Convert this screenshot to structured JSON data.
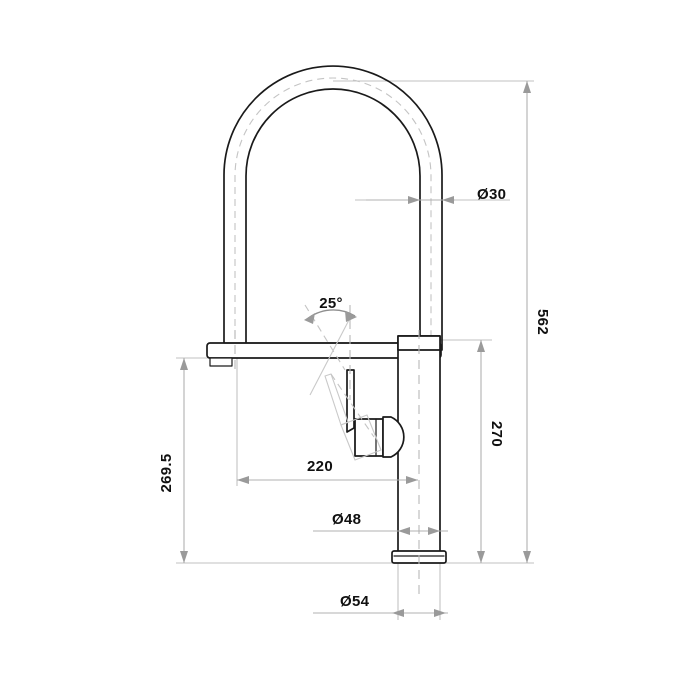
{
  "drawing": {
    "title": "Kitchen mixer tap technical elevation drawing",
    "subject": "pull-out spray kitchen faucet",
    "units": "mm",
    "background_color": "#ffffff",
    "line_color": "#1a1a1a",
    "dimension_color": "#b0b0b0",
    "text_color": "#101010"
  },
  "dimensions": {
    "overall_height": {
      "label": "562",
      "orientation": "vertical",
      "side": "right",
      "meaning": "total height from base to top of arch"
    },
    "spout_height": {
      "label": "270",
      "orientation": "vertical",
      "side": "right",
      "meaning": "height from base to swivel spout arm"
    },
    "swivel_height": {
      "label": "269.5",
      "orientation": "vertical",
      "side": "left",
      "meaning": "height from base to underside of swivel arm"
    },
    "reach": {
      "label": "220",
      "orientation": "horizontal",
      "meaning": "spout reach / projection"
    },
    "hose_diameter": {
      "label": "Ø30",
      "orientation": "horizontal",
      "meaning": "diameter of the arch hose tube"
    },
    "body_diameter": {
      "label": "Ø48",
      "orientation": "horizontal",
      "meaning": "diameter of the vertical body column"
    },
    "base_diameter": {
      "label": "Ø54",
      "orientation": "horizontal",
      "meaning": "diameter of the mounting base flange"
    },
    "handle_angle": {
      "label": "25°",
      "orientation": "angular",
      "meaning": "lever handle swing angle"
    }
  },
  "dimension_list": [
    {
      "id": "overall-height",
      "value": "562"
    },
    {
      "id": "spout-height",
      "value": "270"
    },
    {
      "id": "swivel-height",
      "value": "269.5"
    },
    {
      "id": "reach",
      "value": "220"
    },
    {
      "id": "hose-diameter",
      "value": "Ø30"
    },
    {
      "id": "body-diameter",
      "value": "Ø48"
    },
    {
      "id": "base-diameter",
      "value": "Ø54"
    },
    {
      "id": "handle-angle",
      "value": "25°"
    }
  ]
}
